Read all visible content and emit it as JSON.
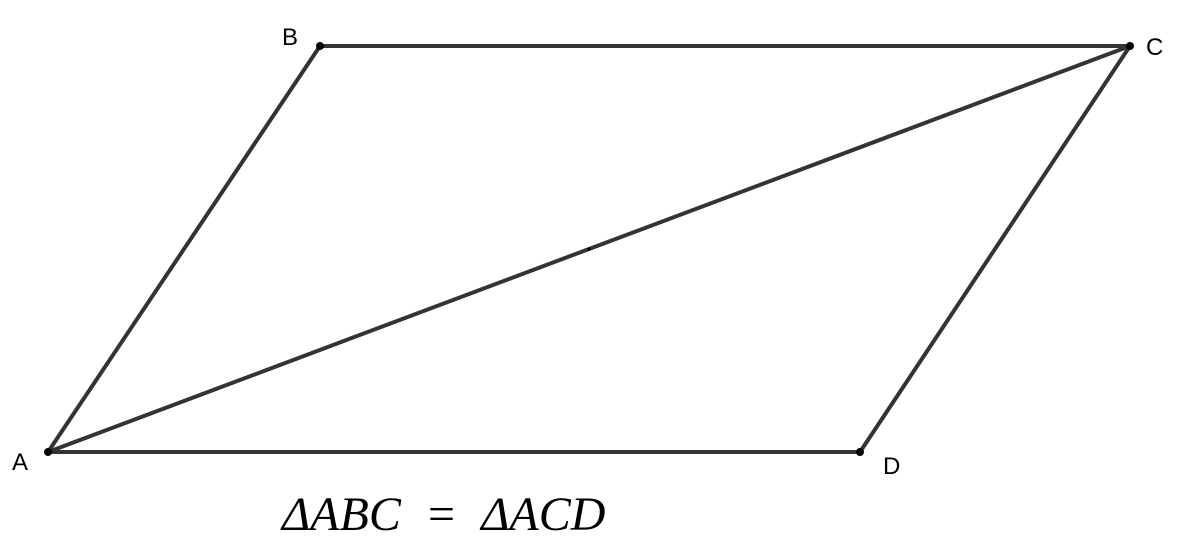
{
  "diagram": {
    "vertices": [
      {
        "id": "A",
        "label": "A"
      },
      {
        "id": "B",
        "label": "B"
      },
      {
        "id": "C",
        "label": "C"
      },
      {
        "id": "D",
        "label": "D"
      }
    ],
    "segments": [
      {
        "id": "AB",
        "from": "A",
        "to": "B"
      },
      {
        "id": "BC",
        "from": "B",
        "to": "C"
      },
      {
        "id": "CD",
        "from": "C",
        "to": "D"
      },
      {
        "id": "DA",
        "from": "D",
        "to": "A"
      },
      {
        "id": "AC",
        "from": "A",
        "to": "C"
      }
    ],
    "formula": "ΔABC  =  ΔACD",
    "colors": {
      "line": "#333333",
      "point": "#000000",
      "text": "#000000"
    }
  }
}
